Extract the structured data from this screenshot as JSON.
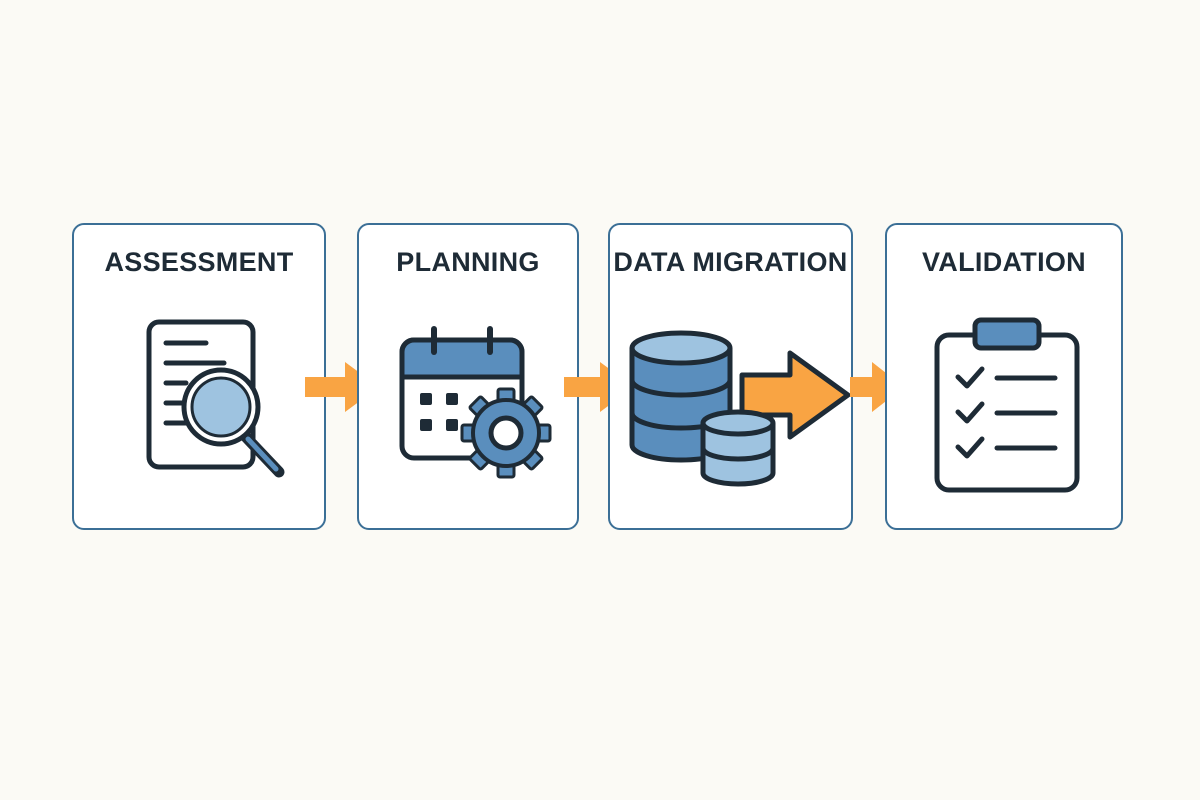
{
  "colors": {
    "background": "#fbfaf5",
    "card_border": "#3b6f96",
    "text": "#1e2b36",
    "icon_stroke": "#1e2b36",
    "icon_blue": "#5a8ebd",
    "icon_light_blue": "#9ec3e0",
    "arrow_orange": "#f9a443"
  },
  "steps": [
    {
      "title": "ASSESSMENT",
      "icon": "document-search-icon"
    },
    {
      "title": "PLANNING",
      "icon": "calendar-gear-icon"
    },
    {
      "title": "DATA MIGRATION",
      "icon": "database-transfer-icon"
    },
    {
      "title": "VALIDATION",
      "icon": "checklist-clipboard-icon"
    }
  ]
}
